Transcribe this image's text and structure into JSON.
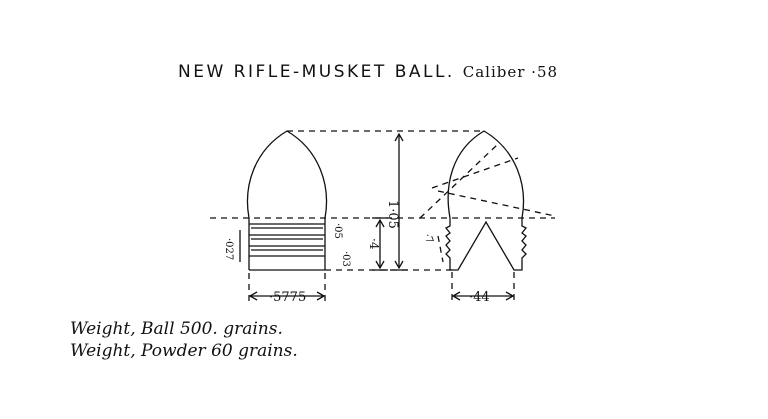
{
  "title": {
    "main": "NEW RIFLE-MUSKET BALL.",
    "caliber": "Caliber ·58"
  },
  "dimensions": {
    "overall_length": "1·05",
    "base_diameter": "·5775",
    "cavity_width": "·44",
    "grooved_length": "·4",
    "groove_depth_a": "·05",
    "groove_depth_b": "·03",
    "groove_depth_c": "·027",
    "cavity_note": "·7"
  },
  "specs": {
    "ball": "Weight, Ball 500. grains.",
    "powder": "Weight, Powder 60 grains."
  },
  "colors": {
    "ink": "#111111",
    "paper": "#ffffff"
  }
}
